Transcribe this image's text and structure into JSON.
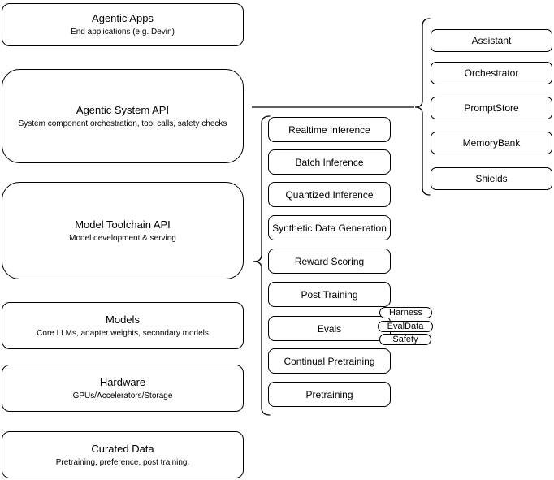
{
  "diagram": {
    "background": "#ffffff",
    "stroke_color": "#000000",
    "text_color": "#000000"
  },
  "stack_layers": [
    {
      "title": "Agentic Apps",
      "subtitle": "End applications (e.g. Devin)"
    },
    {
      "title": "Agentic System API",
      "subtitle": "System component orchestration, tool calls, safety checks"
    },
    {
      "title": "Model Toolchain API",
      "subtitle": "Model development & serving"
    },
    {
      "title": "Models",
      "subtitle": "Core LLMs, adapter weights, secondary models"
    },
    {
      "title": "Hardware",
      "subtitle": "GPUs/Accelerators/Storage"
    },
    {
      "title": "Curated Data",
      "subtitle": "Pretraining, preference, post training."
    }
  ],
  "toolchain_components": [
    {
      "label": "Realtime Inference"
    },
    {
      "label": "Batch Inference"
    },
    {
      "label": "Quantized Inference"
    },
    {
      "label": "Synthetic Data Generation"
    },
    {
      "label": "Reward Scoring"
    },
    {
      "label": "Post Training"
    },
    {
      "label": "Evals"
    },
    {
      "label": "Continual Pretraining"
    },
    {
      "label": "Pretraining"
    }
  ],
  "eval_tags": [
    {
      "label": "Harness"
    },
    {
      "label": "EvalData"
    },
    {
      "label": "Safety"
    }
  ],
  "system_components": [
    {
      "label": "Assistant"
    },
    {
      "label": "Orchestrator"
    },
    {
      "label": "PromptStore"
    },
    {
      "label": "MemoryBank"
    },
    {
      "label": "Shields"
    }
  ]
}
